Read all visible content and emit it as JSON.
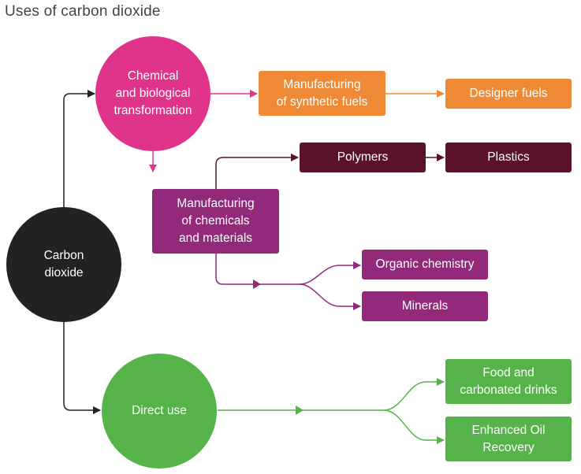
{
  "title": "Uses of carbon dioxide",
  "colors": {
    "carbon": "#222222",
    "pink": "#e0338a",
    "orange": "#ee8a35",
    "maroon": "#5a122b",
    "purple": "#93297b",
    "green": "#55b34a"
  },
  "nodes": {
    "carbon_dioxide": [
      "Carbon",
      "dioxide"
    ],
    "chemical_transformation": [
      "Chemical",
      "and biological",
      "transformation"
    ],
    "synthetic_fuels": [
      "Manufacturing",
      "of synthetic fuels"
    ],
    "designer_fuels": [
      "Designer fuels"
    ],
    "polymers": [
      "Polymers"
    ],
    "plastics": [
      "Plastics"
    ],
    "chemicals_materials": [
      "Manufacturing",
      "of chemicals",
      "and materials"
    ],
    "organic_chemistry": [
      "Organic chemistry"
    ],
    "minerals": [
      "Minerals"
    ],
    "direct_use": [
      "Direct use"
    ],
    "food_drinks": [
      "Food and",
      "carbonated drinks"
    ],
    "enhanced_oil": [
      "Enhanced Oil",
      "Recovery"
    ]
  }
}
